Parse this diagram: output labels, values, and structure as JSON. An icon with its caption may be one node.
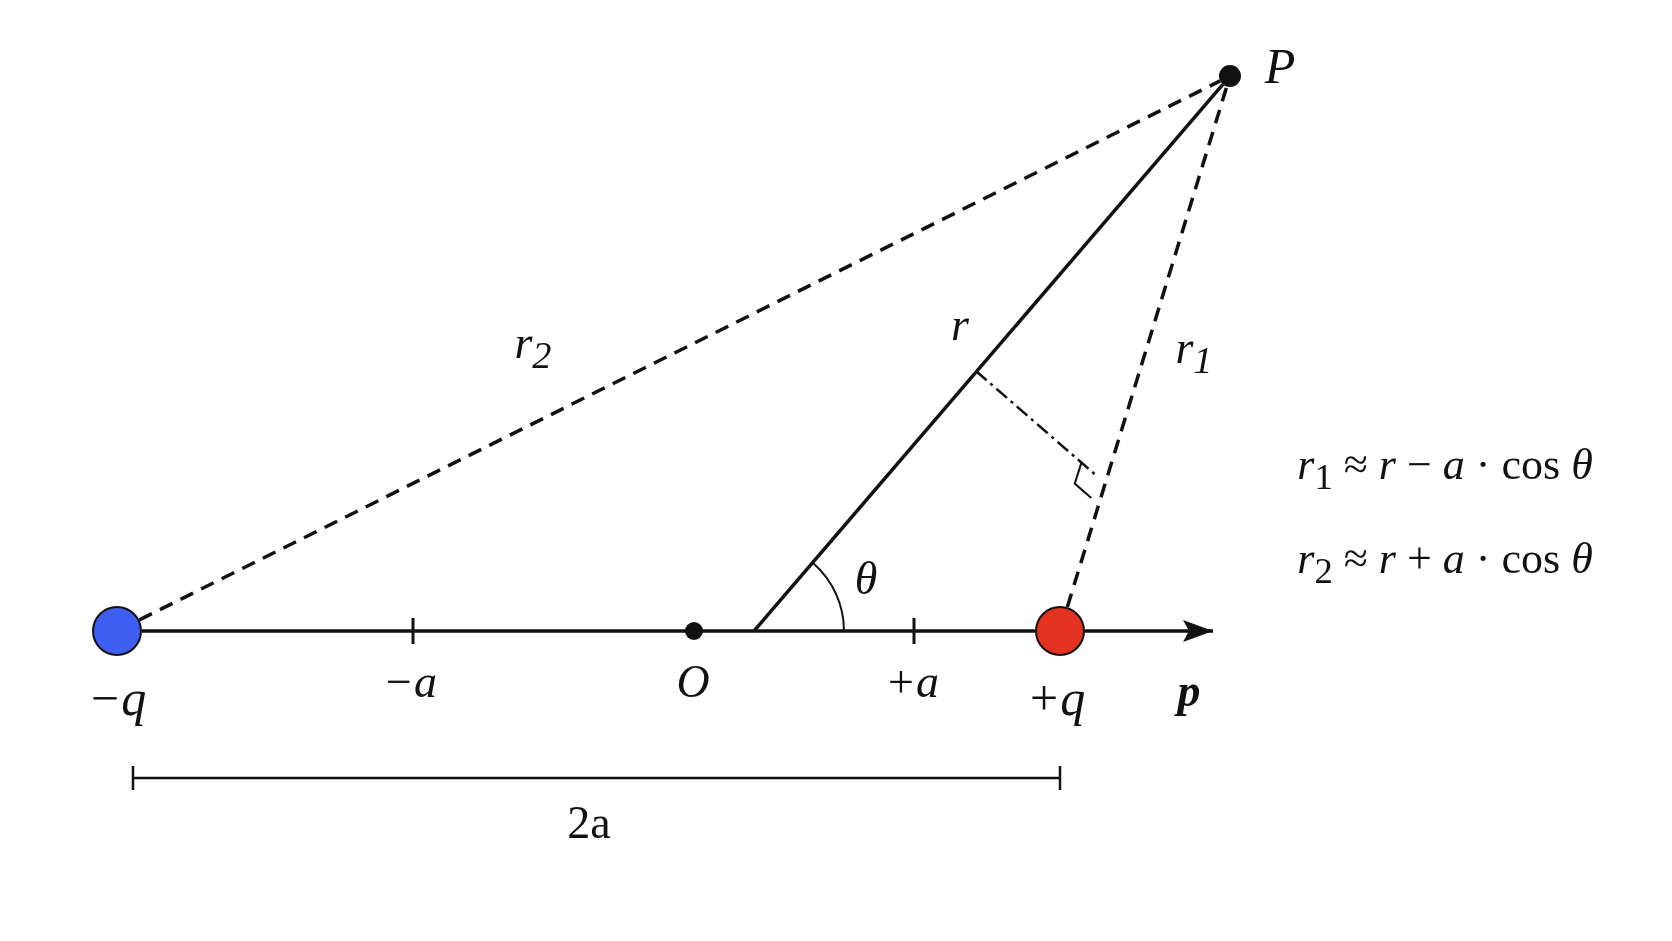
{
  "diagram": {
    "nodes": [
      {
        "text": [],
        "shape": "circle",
        "beside": [
          "−q"
        ]
      },
      {
        "text": [],
        "shape": "circle",
        "beside": [
          "+q"
        ]
      },
      {
        "text": [],
        "shape": "circle",
        "beside": [
          "P"
        ]
      }
    ],
    "edges": [
      {
        "from": 0,
        "to": 2,
        "arrow": "none",
        "style": "dashed",
        "label": "r$_{2}$"
      },
      {
        "from": null,
        "to": 2,
        "arrow": "none",
        "label": "r"
      },
      {
        "from": 1,
        "to": 2,
        "arrow": "none",
        "style": "dashed",
        "label": "r$_{1}$"
      },
      {
        "from": 0,
        "to": 1,
        "arrow": "none"
      },
      {
        "from": 1,
        "to": null,
        "arrow": "to"
      }
    ],
    "labels": [
      "−a",
      "O",
      "+a",
      "p",
      "θ",
      "*r*$_{1}$ ≈ *r* − *a* · cos *θ*",
      "*r*$_{2}$ ≈ *r* + *a* · cos *θ*",
      "2a"
    ]
  }
}
